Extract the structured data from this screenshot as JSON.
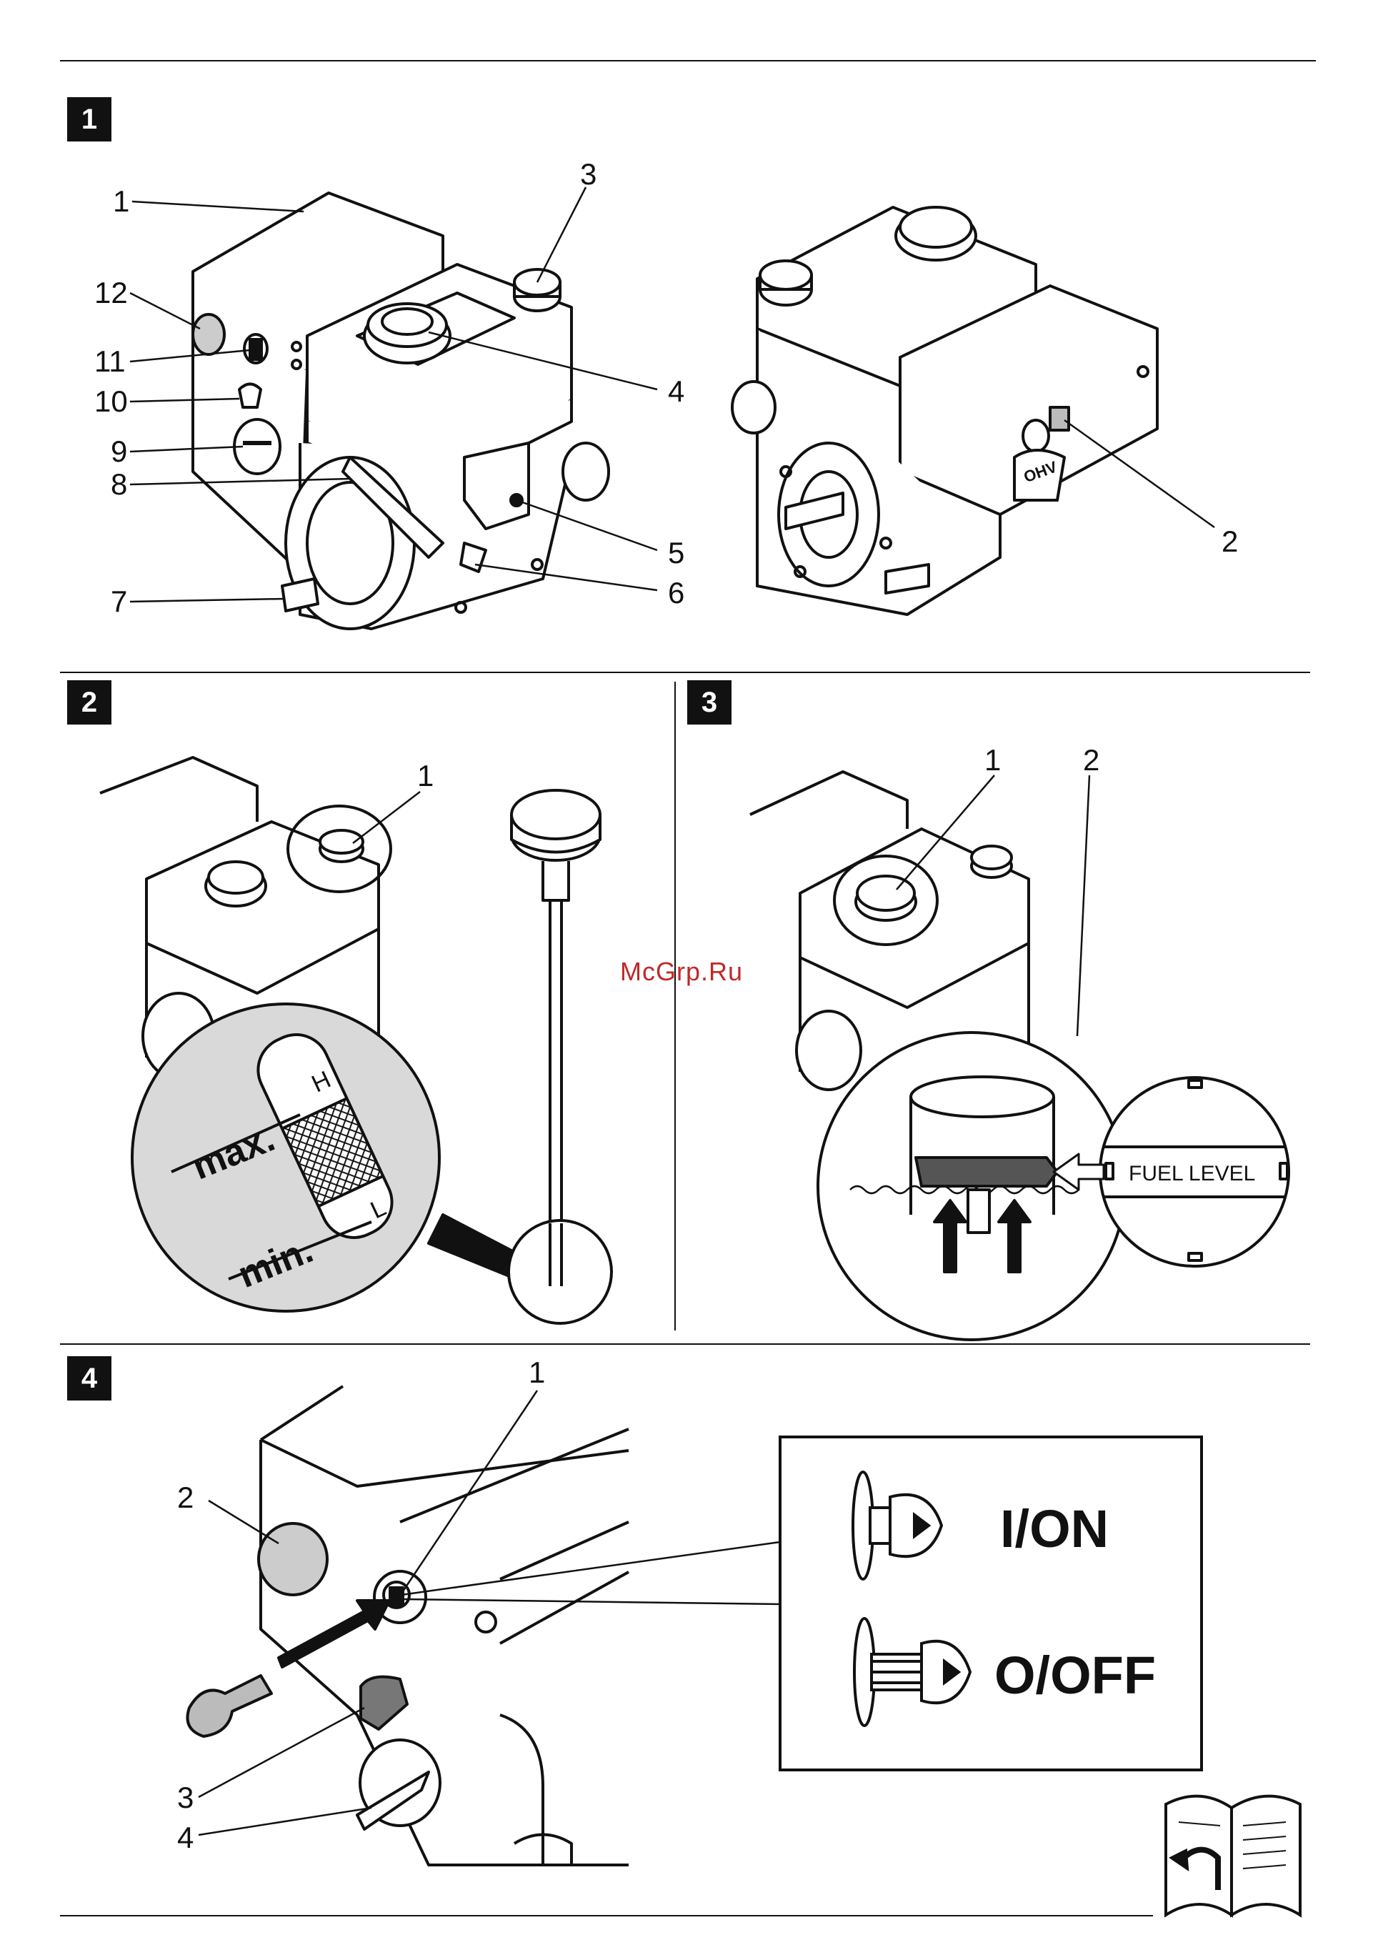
{
  "watermark": "McGrp.Ru",
  "figures": [
    {
      "number": "1",
      "callouts": [
        "1",
        "2",
        "3",
        "4",
        "5",
        "6",
        "7",
        "8",
        "9",
        "10",
        "11",
        "12"
      ]
    },
    {
      "number": "2",
      "callouts": [
        "1"
      ],
      "labels": {
        "max": "max.",
        "min": "min.",
        "high": "H",
        "low": "L"
      }
    },
    {
      "number": "3",
      "callouts": [
        "1",
        "2"
      ],
      "labels": {
        "fuel_level": "FUEL LEVEL"
      }
    },
    {
      "number": "4",
      "callouts": [
        "1",
        "2",
        "3",
        "4"
      ],
      "labels": {
        "on": "I/ON",
        "off": "O/OFF"
      }
    }
  ],
  "icons": [
    "open-book-return-icon"
  ]
}
